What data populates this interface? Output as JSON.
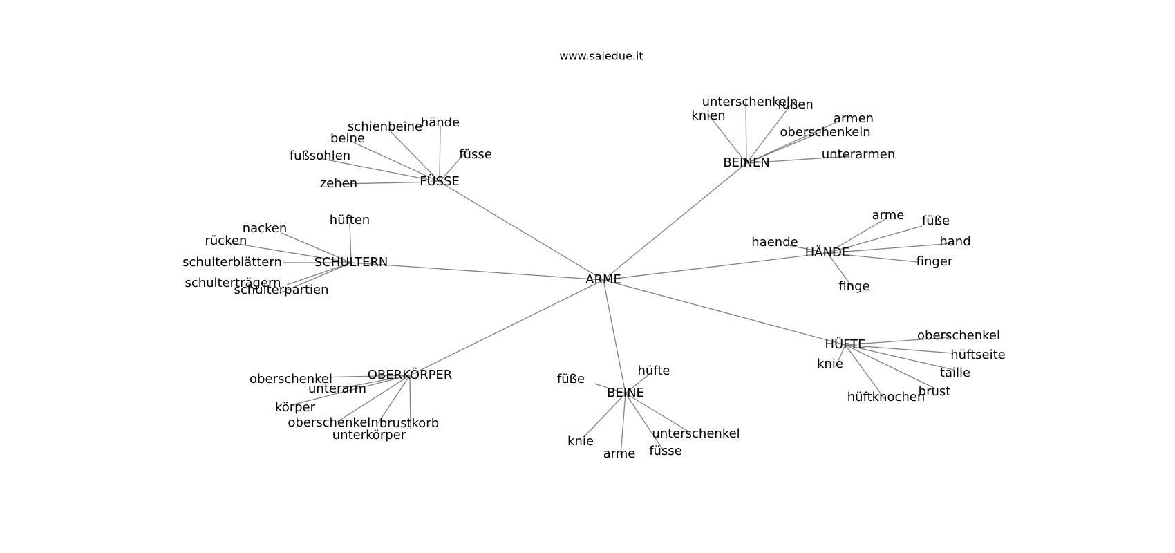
{
  "title": "www.saiedue.it",
  "center": "ARME",
  "hubs": [
    {
      "id": "fusse",
      "label": "FÜSSE",
      "leaves": [
        "hände",
        "schienbeine",
        "beine",
        "fußsohlen",
        "zehen",
        "füsse"
      ]
    },
    {
      "id": "beinen",
      "label": "BEINEN",
      "leaves": [
        "unterschenkeln",
        "knien",
        "füßen",
        "armen",
        "oberschenkeln",
        "unterarmen"
      ]
    },
    {
      "id": "schultern",
      "label": "SCHULTERN",
      "leaves": [
        "hüften",
        "nacken",
        "rücken",
        "schulterblättern",
        "schulterträgern",
        "schulterpartien"
      ]
    },
    {
      "id": "haende",
      "label": "HÄNDE",
      "leaves": [
        "arme",
        "füße",
        "haende",
        "hand",
        "finger",
        "finge"
      ]
    },
    {
      "id": "huefte",
      "label": "HÜFTE",
      "leaves": [
        "oberschenkel",
        "hüftseite",
        "knie",
        "taille",
        "brust",
        "hüftknochen"
      ]
    },
    {
      "id": "oberkoerper",
      "label": "OBERKÖRPER",
      "leaves": [
        "oberschenkel",
        "unterarm",
        "körper",
        "oberschenkeln",
        "brustkorb",
        "unterkörper"
      ]
    },
    {
      "id": "beine",
      "label": "BEINE",
      "leaves": [
        "hüfte",
        "füße",
        "unterschenkel",
        "knie",
        "arme",
        "füsse"
      ]
    }
  ]
}
